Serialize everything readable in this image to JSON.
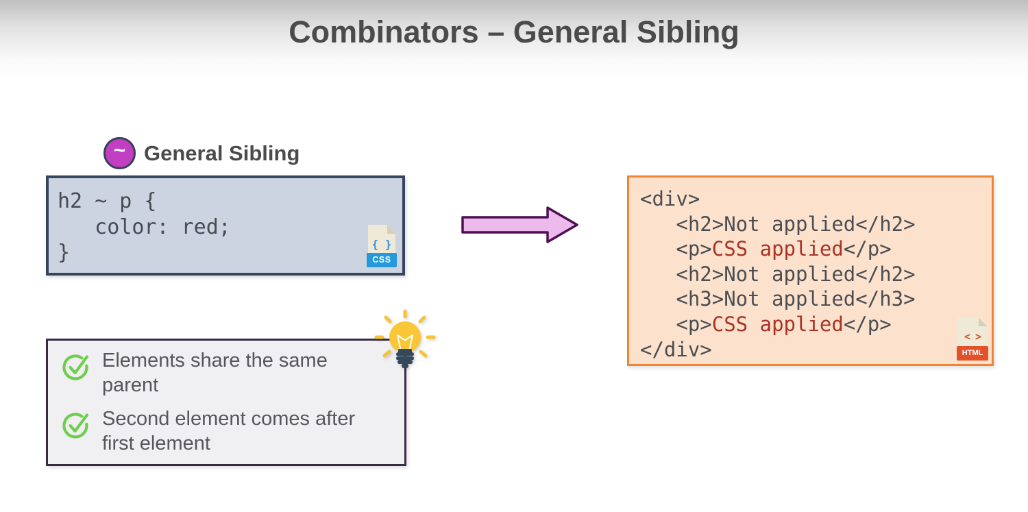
{
  "page": {
    "title": "Combinators – General Sibling"
  },
  "selector_badge": {
    "symbol": "~",
    "label": "General Sibling"
  },
  "css_snippet": {
    "lines": [
      "h2 ~ p {",
      "   color: red;",
      "}"
    ],
    "file_icon": {
      "glyph": "{ }",
      "label": "CSS"
    }
  },
  "html_snippet": {
    "lines": [
      [
        {
          "t": "<div>",
          "c": "code"
        }
      ],
      [
        {
          "t": "   <h2>Not applied</h2>",
          "c": "code"
        }
      ],
      [
        {
          "t": "   <p>",
          "c": "code"
        },
        {
          "t": "CSS applied",
          "c": "red"
        },
        {
          "t": "</p>",
          "c": "code"
        }
      ],
      [
        {
          "t": "   <h2>Not applied</h2>",
          "c": "code"
        }
      ],
      [
        {
          "t": "   <h3>Not applied</h3>",
          "c": "code"
        }
      ],
      [
        {
          "t": "   <p>",
          "c": "code"
        },
        {
          "t": "CSS applied",
          "c": "red"
        },
        {
          "t": "</p>",
          "c": "code"
        }
      ],
      [
        {
          "t": "</div>",
          "c": "code"
        }
      ]
    ],
    "file_icon": {
      "glyph": "< >",
      "label": "HTML"
    }
  },
  "notes": {
    "items": [
      "Elements share the same parent",
      "Second element comes after first element"
    ]
  },
  "colors": {
    "css_box_bg": "#cdd4e1",
    "css_box_border": "#36455e",
    "html_box_bg": "#fce1cd",
    "html_box_border": "#ee8434",
    "code_text": "#4a4e52",
    "applied_red": "#a83326",
    "check_green": "#6fce4e",
    "badge_magenta": "#c23ec2",
    "arrow_fill": "#edbaed",
    "arrow_border": "#4d1050",
    "css_icon_blue": "#2499dc",
    "html_icon_orange": "#e2512a",
    "bulb_yellow": "#f8c636"
  }
}
